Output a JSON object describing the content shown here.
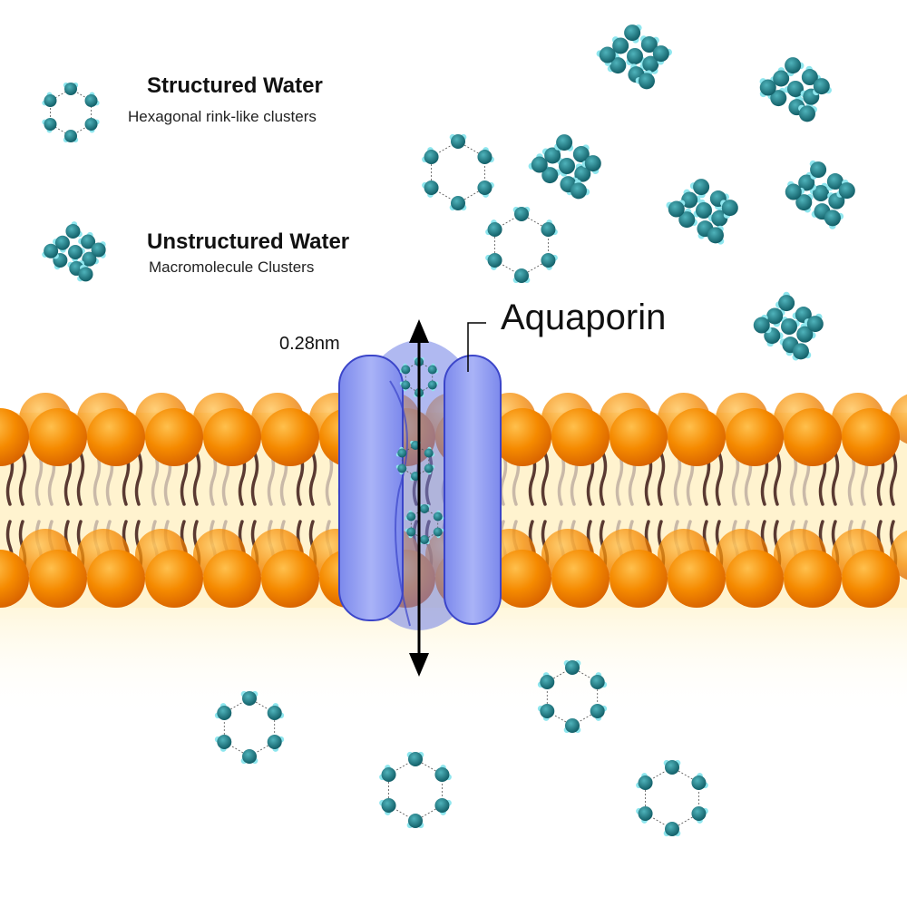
{
  "legend": {
    "structured": {
      "title": "Structured Water",
      "subtitle": "Hexagonal rink-like clusters"
    },
    "unstructured": {
      "title": "Unstructured Water",
      "subtitle": "Macromolecule Clusters"
    }
  },
  "labels": {
    "aquaporin": "Aquaporin",
    "pore_width": "0.28nm"
  },
  "colors": {
    "membrane_head": "#f28a00",
    "membrane_tail": "#5a3a32",
    "membrane_glow": "#fff2c8",
    "protein": "#8e9bf2",
    "water_oxygen": "#1f7e88",
    "water_hydrogen": "#8fe6ee"
  }
}
